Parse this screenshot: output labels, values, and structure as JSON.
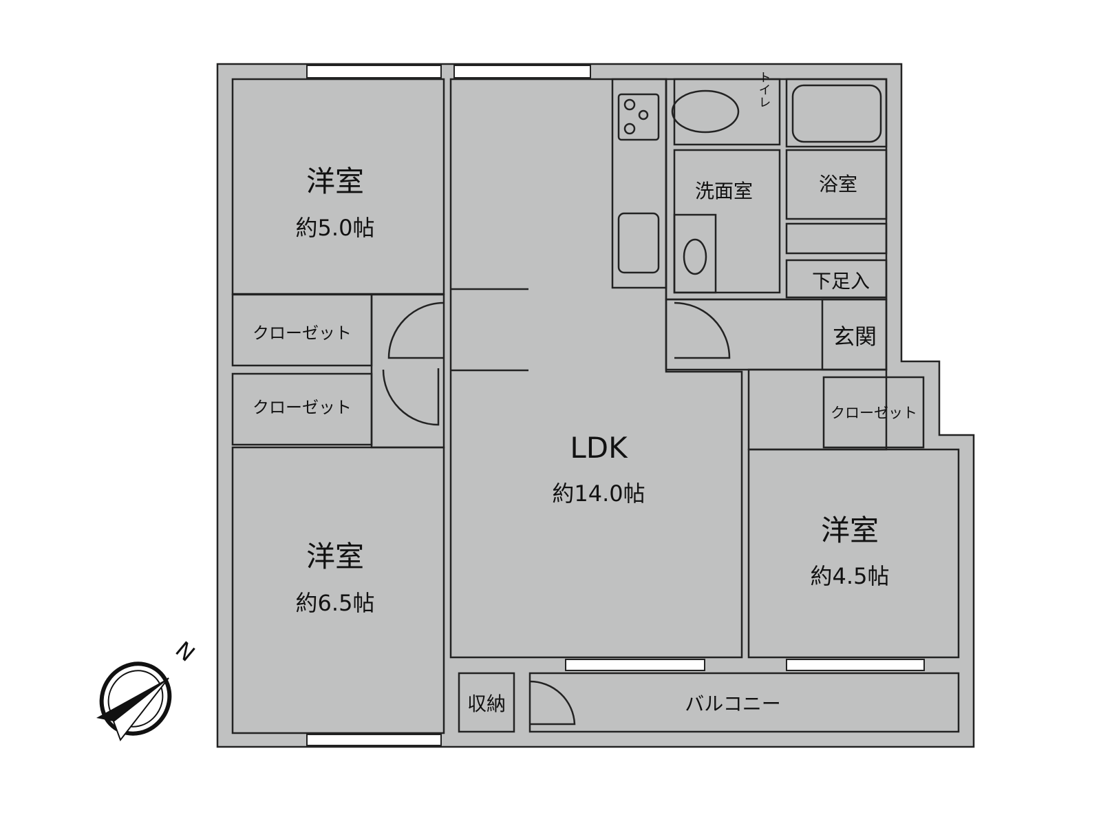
{
  "rooms": {
    "western_top_left": {
      "name": "洋室",
      "size": "約5.0帖"
    },
    "western_bottom_left": {
      "name": "洋室",
      "size": "約6.5帖"
    },
    "ldk": {
      "name": "LDK",
      "size": "約14.0帖"
    },
    "western_right": {
      "name": "洋室",
      "size": "約4.5帖"
    },
    "closet_1": "クローゼット",
    "closet_2": "クローゼット",
    "closet_3": "クローゼット",
    "toilet": "トイレ",
    "washroom": "洗面室",
    "bathroom": "浴室",
    "shoe_storage": "下足入",
    "entrance": "玄関",
    "storage": "収納",
    "balcony": "バルコニー"
  },
  "compass": {
    "label": "N"
  },
  "colors": {
    "wall": "#c0c1c1",
    "western": "#fffcee",
    "ldk": "#fdf0de",
    "wet": "#e6f4fd",
    "closet": "#e0d8bc"
  }
}
